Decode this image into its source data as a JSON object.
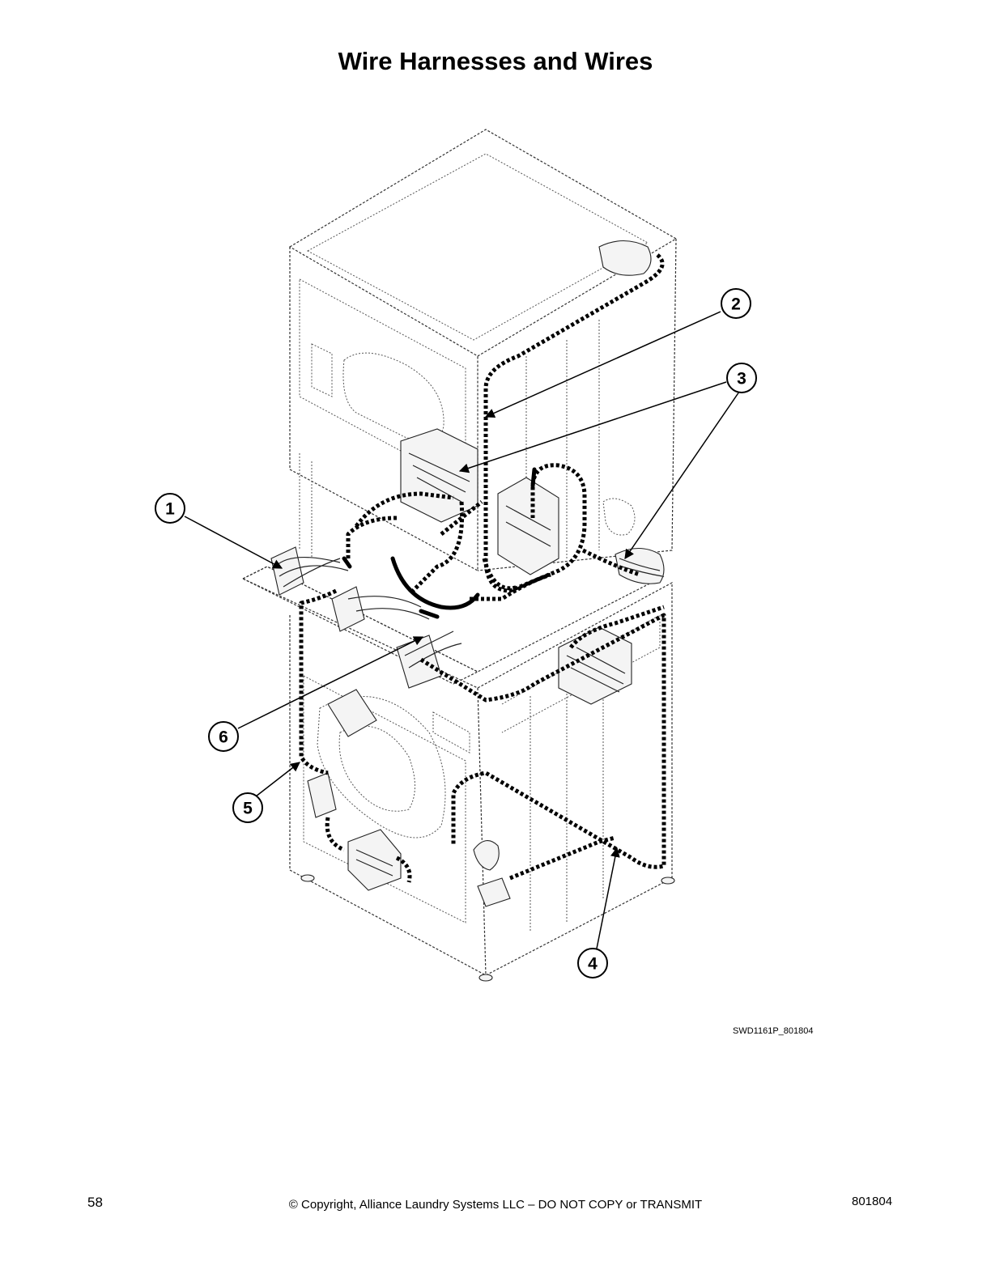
{
  "title": "Wire Harnesses and Wires",
  "figure_ref": "SWD1161P_801804",
  "footer": {
    "page_number": "58",
    "copyright": "© Copyright, Alliance Laundry Systems LLC – DO NOT COPY or TRANSMIT",
    "doc_number": "801804"
  },
  "callouts": [
    {
      "id": "1",
      "label": "1"
    },
    {
      "id": "2",
      "label": "2"
    },
    {
      "id": "3",
      "label": "3"
    },
    {
      "id": "4",
      "label": "4"
    },
    {
      "id": "5",
      "label": "5"
    },
    {
      "id": "6",
      "label": "6"
    }
  ]
}
